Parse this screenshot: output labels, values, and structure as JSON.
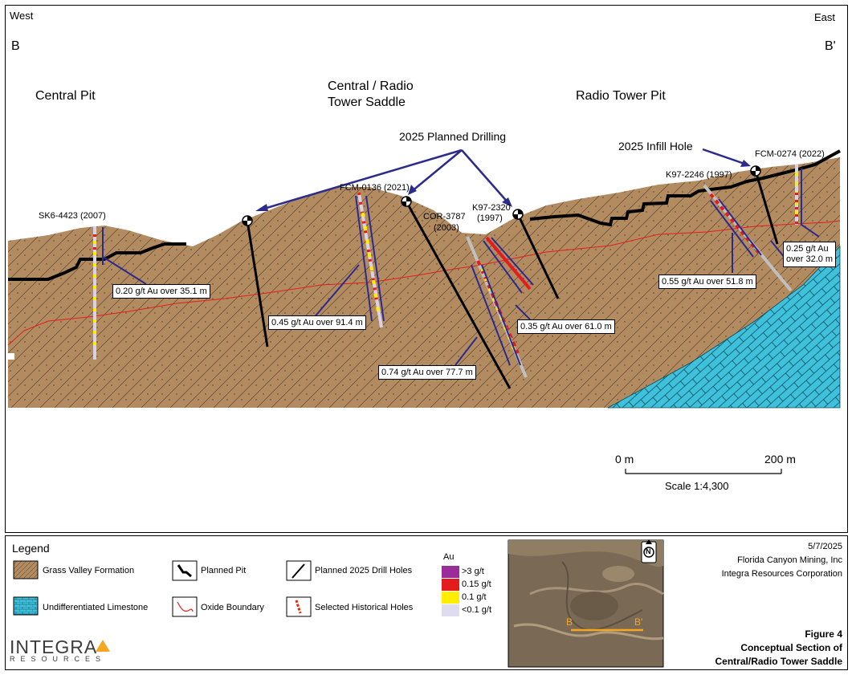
{
  "section": {
    "west_label": "West",
    "east_label": "East",
    "b_label": "B",
    "b_prime_label": "B'",
    "pit_labels": {
      "central_pit": "Central Pit",
      "saddle_line1": "Central / Radio",
      "saddle_line2": "Tower Saddle",
      "radio_tower_pit": "Radio Tower Pit"
    },
    "planned_drilling_label": "2025 Planned Drilling",
    "infill_hole_label": "2025 Infill Hole",
    "holes": {
      "sk6": "SK6-4423 (2007)",
      "fcm0136": "FCM-0136 (2021)",
      "cor3787_line1": "COR-3787",
      "cor3787_line2": "(2003)",
      "k972320_line1": "K97-2320",
      "k972320_line2": "(1997)",
      "k972246": "K97-2246 (1997)",
      "fcm0274": "FCM-0274 (2022)"
    },
    "intercepts": {
      "sk6": "0.20 g/t Au over 35.1 m",
      "fcm0136": "0.45 g/t Au over 91.4 m",
      "cor3787": "0.74 g/t Au over 77.7 m",
      "k972320": "0.35 g/t Au over 61.0 m",
      "k972246": "0.55 g/t Au over 51.8 m",
      "fcm0274_line1": "0.25 g/t Au",
      "fcm0274_line2": "over 32.0 m"
    },
    "scale": {
      "left_tick": "0 m",
      "right_tick": "200 m",
      "label": "Scale 1:4,300"
    }
  },
  "legend": {
    "title": "Legend",
    "items": {
      "grass_valley": "Grass Valley Formation",
      "limestone": "Undifferentiated Limestone",
      "planned_pit": "Planned Pit",
      "oxide": "Oxide Boundary",
      "planned_holes": "Planned 2025 Drill Holes",
      "historical": "Selected Historical Holes"
    },
    "au": {
      "title": "Au",
      "gt3": ">3 g/t",
      "gt015": "0.15 g/t",
      "gt01": "0.1 g/t",
      "lt01": "<0.1 g/t"
    },
    "colors": {
      "purple": "#9b2d9b",
      "red": "#e31d1d",
      "yellow": "#ffee00",
      "lavender": "#e0dcf0",
      "formation": "#b38b60",
      "limestone": "#3fc1dc",
      "drill_line": "#2b2b8c"
    },
    "logo_line1": "INTEGRA",
    "logo_line2": "RESOURCES",
    "map_labels": {
      "b": "B",
      "b_prime": "B'"
    },
    "north_label": "N",
    "info": {
      "date": "5/7/2025",
      "company1": "Florida Canyon Mining, Inc",
      "company2": "Integra Resources Corporation"
    },
    "figure": {
      "number": "Figure 4",
      "title1": "Conceptual Section of",
      "title2": "Central/Radio Tower Saddle"
    }
  }
}
